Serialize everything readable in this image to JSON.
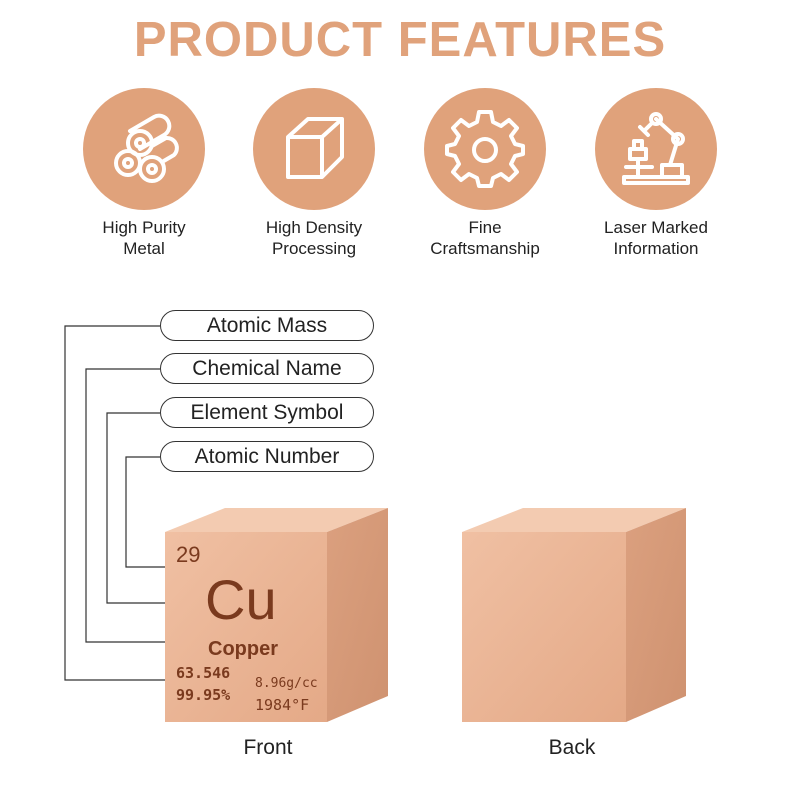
{
  "header": {
    "title": "PRODUCT FEATURES"
  },
  "colors": {
    "accent": "#e0a27b",
    "icon_stroke": "#ffffff",
    "engraving": "#7a3a1e",
    "copper_front": "#eab595",
    "copper_top": "#f3cbb1",
    "copper_side": "#d69a78"
  },
  "features": [
    {
      "icon": "metal-rolls-icon",
      "line1": "High Purity",
      "line2": "Metal"
    },
    {
      "icon": "cube-icon",
      "line1": "High Density",
      "line2": "Processing"
    },
    {
      "icon": "gear-icon",
      "line1": "Fine",
      "line2": "Craftsmanship"
    },
    {
      "icon": "robot-arm-icon",
      "line1": "Laser Marked",
      "line2": "Information"
    }
  ],
  "legend": [
    {
      "label": "Atomic Mass"
    },
    {
      "label": "Chemical Name"
    },
    {
      "label": "Element Symbol"
    },
    {
      "label": "Atomic Number"
    }
  ],
  "element": {
    "atomic_number": "29",
    "symbol": "Cu",
    "name": "Copper",
    "atomic_mass": "63.546",
    "purity": "99.95%",
    "density": "8.96g/cc",
    "melting_point": "1984°F"
  },
  "captions": {
    "front": "Front",
    "back": "Back"
  }
}
